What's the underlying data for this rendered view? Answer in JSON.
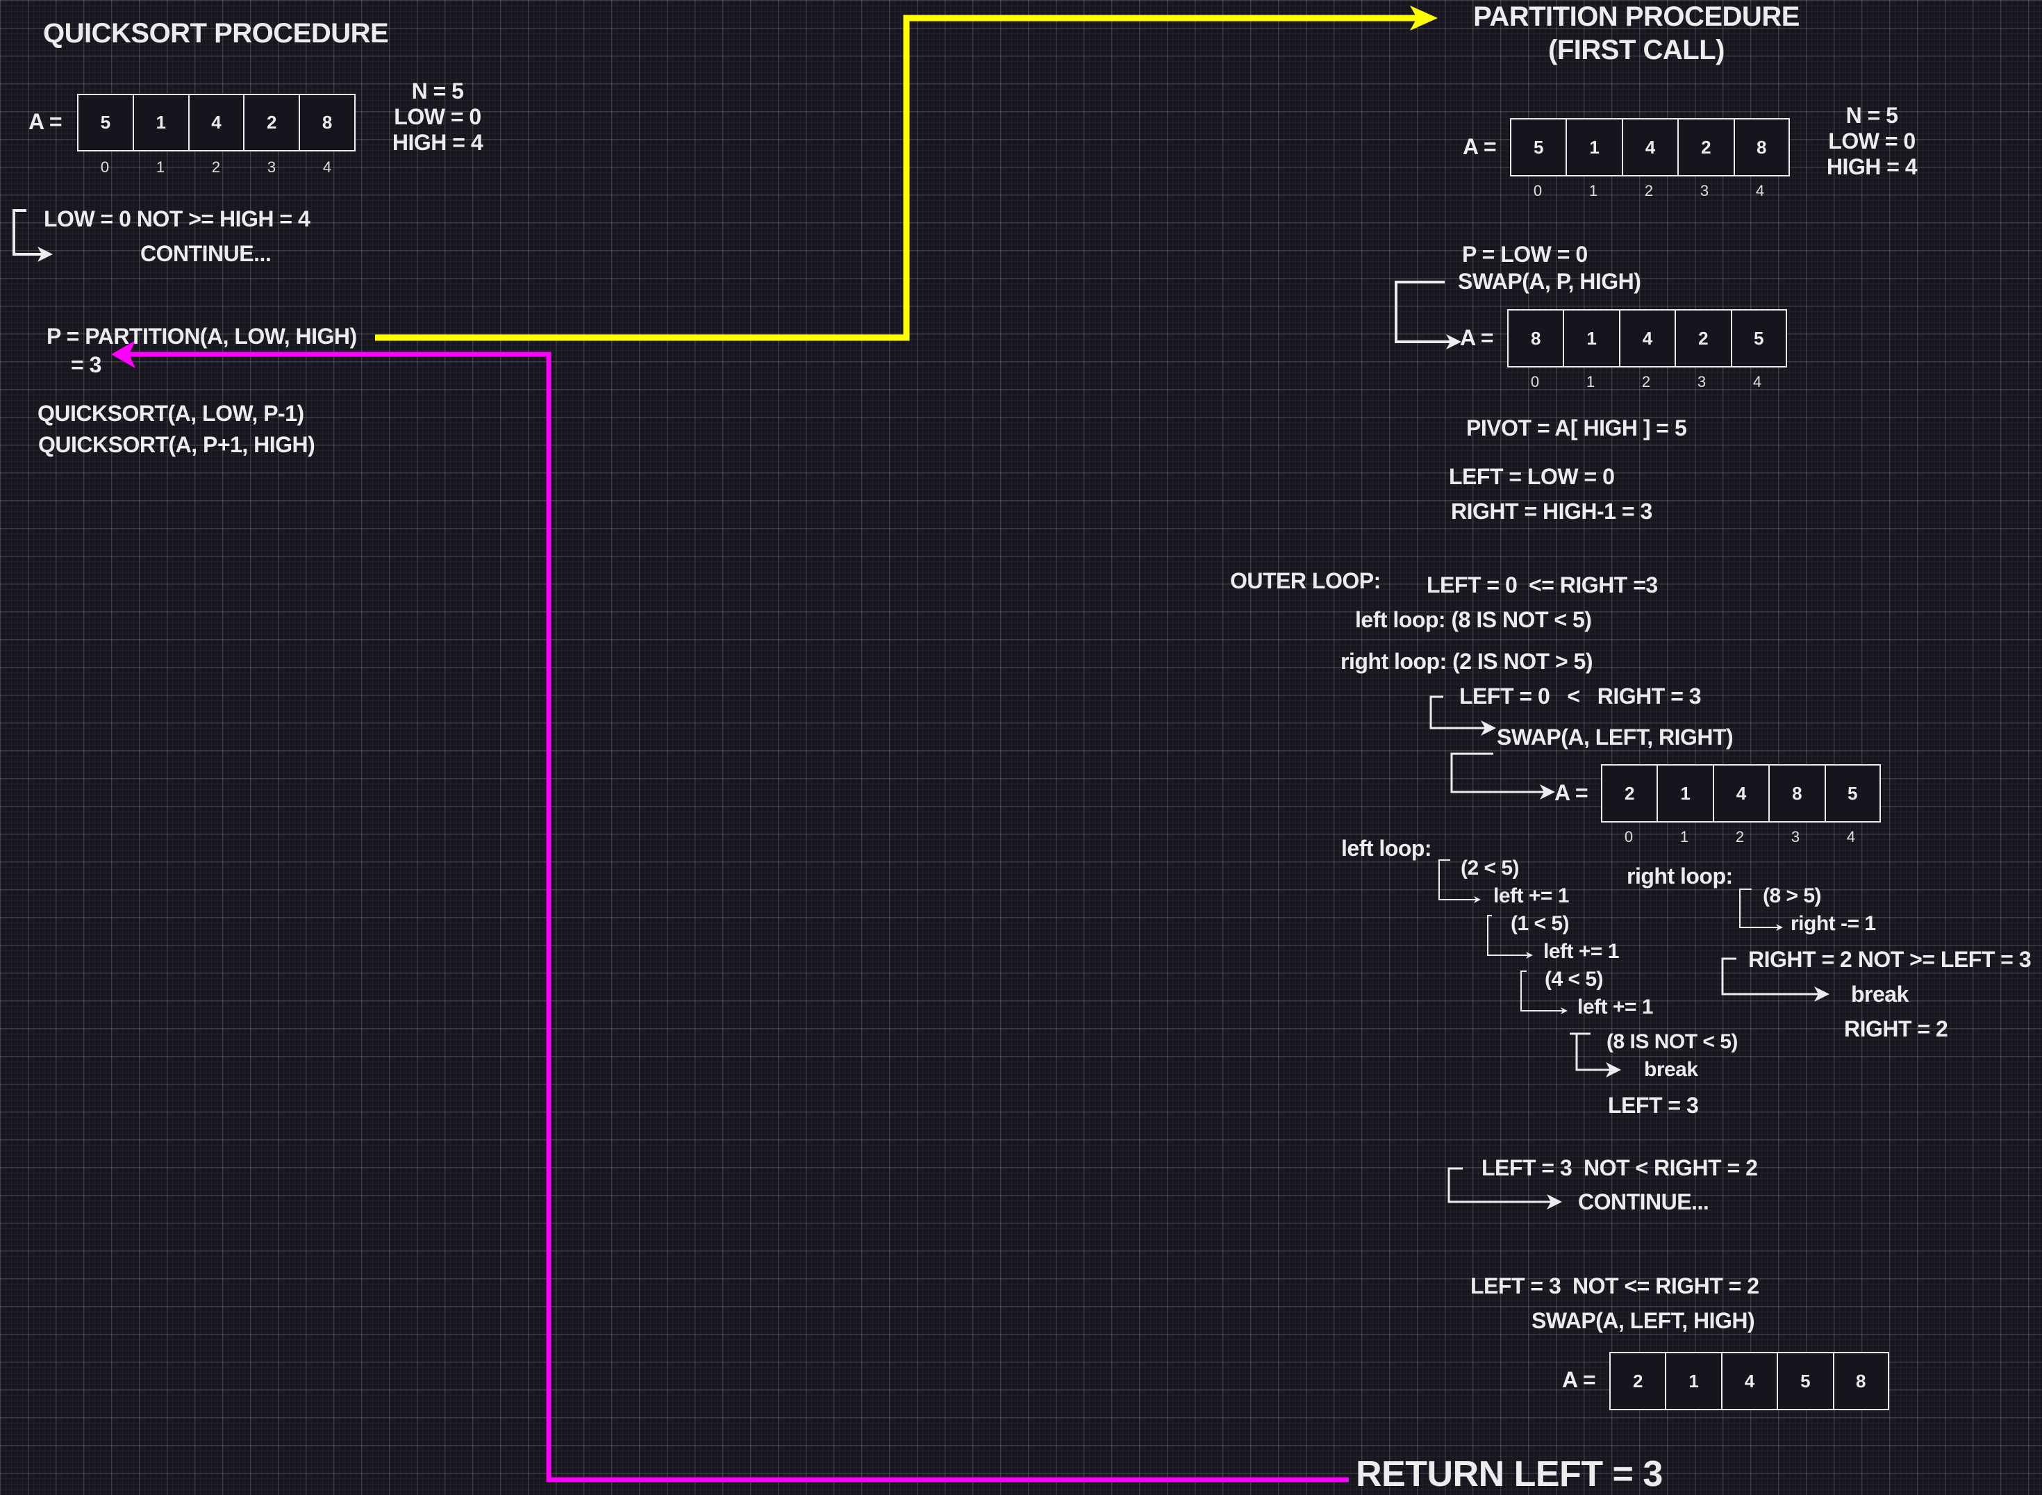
{
  "colors": {
    "background": "#18161f",
    "text": "#ececec",
    "call_arrow": "#ffff00",
    "return_arrow": "#ff00ff"
  },
  "quicksort": {
    "title": "QUICKSORT PROCEDURE",
    "array_label": "A =",
    "array": [
      "5",
      "1",
      "4",
      "2",
      "8"
    ],
    "indices": [
      "0",
      "1",
      "2",
      "3",
      "4"
    ],
    "vars": [
      "N = 5",
      "LOW = 0",
      "HIGH = 4"
    ],
    "check": "LOW = 0 NOT >= HIGH = 4",
    "check_result": "CONTINUE...",
    "partition_call": "P = PARTITION(A, LOW, HIGH)",
    "partition_result": "= 3",
    "recursive_calls": [
      "QUICKSORT(A, LOW, P-1)",
      "QUICKSORT(A, P+1, HIGH)"
    ]
  },
  "partition": {
    "title_line1": "PARTITION PROCEDURE",
    "title_line2": "(FIRST CALL)",
    "array_label": "A =",
    "initial_array": [
      "5",
      "1",
      "4",
      "2",
      "8"
    ],
    "indices": [
      "0",
      "1",
      "2",
      "3",
      "4"
    ],
    "vars": [
      "N = 5",
      "LOW = 0",
      "HIGH = 4"
    ],
    "p_assign": "P = LOW = 0",
    "swap1": "SWAP(A, P, HIGH)",
    "array_after_swap1": [
      "8",
      "1",
      "4",
      "2",
      "5"
    ],
    "pivot": "PIVOT = A[ HIGH ] = 5",
    "left_init": "LEFT = LOW = 0",
    "right_init": "RIGHT = HIGH-1 = 3",
    "outer_loop_label": "OUTER LOOP:",
    "outer_loop_cond": "LEFT = 0  <= RIGHT =3",
    "left_loop_1": "left loop: (8 IS NOT < 5)",
    "right_loop_1": "right loop: (2 IS NOT > 5)",
    "cond_swap": "LEFT = 0   <   RIGHT = 3",
    "swap2": "SWAP(A, LEFT, RIGHT)",
    "array_after_swap2": [
      "2",
      "1",
      "4",
      "8",
      "5"
    ],
    "left_loop_label": "left loop:",
    "left_steps": [
      {
        "cond": "(2 < 5)",
        "action": "left += 1"
      },
      {
        "cond": "(1 < 5)",
        "action": "left += 1"
      },
      {
        "cond": "(4 < 5)",
        "action": "left += 1"
      },
      {
        "cond": "(8 IS NOT < 5)",
        "action": "break"
      }
    ],
    "left_result": "LEFT = 3",
    "right_loop_label": "right loop:",
    "right_step": {
      "cond": "(8 > 5)",
      "action": "right -= 1"
    },
    "right_check": "RIGHT = 2 NOT >= LEFT = 3",
    "right_break": "break",
    "right_result": "RIGHT = 2",
    "cond_continue": "LEFT = 3  NOT < RIGHT = 2",
    "continue": "CONTINUE...",
    "outer_exit": "LEFT = 3  NOT <= RIGHT = 2",
    "swap3": "SWAP(A, LEFT, HIGH)",
    "final_array": [
      "2",
      "1",
      "4",
      "5",
      "8"
    ],
    "return": "RETURN LEFT = 3"
  }
}
